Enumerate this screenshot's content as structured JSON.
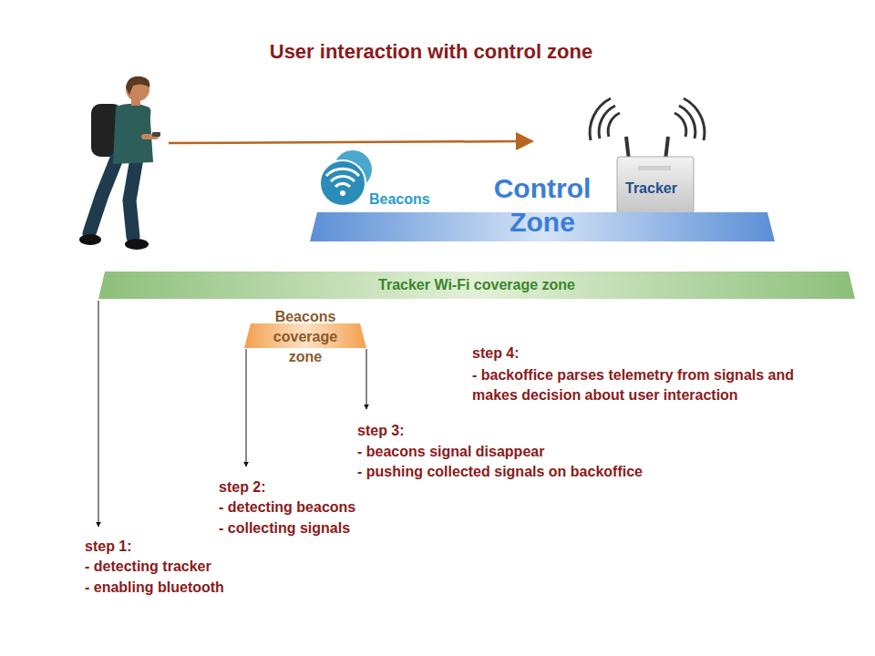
{
  "diagram": {
    "title": "User interaction with control zone",
    "nodes": [
      {
        "text": [
          "Control Zone"
        ]
      },
      {
        "text": [
          "Tracker Wi-Fi coverage zone"
        ]
      },
      {
        "text": [
          "Beacons coverage zone"
        ]
      }
    ],
    "labels": [
      "Beacons",
      "Tracker",
      "step 1:",
      "- detecting tracker",
      "- enabling bluetooth",
      "step 2:",
      "- detecting beacons",
      "- collecting signals",
      "step 3:",
      "- beacons signal disappear",
      "- pushing collected signals on backoffice",
      "step 4:",
      "- backoffice parses telemetry from signals and makes decision about user interaction"
    ]
  }
}
